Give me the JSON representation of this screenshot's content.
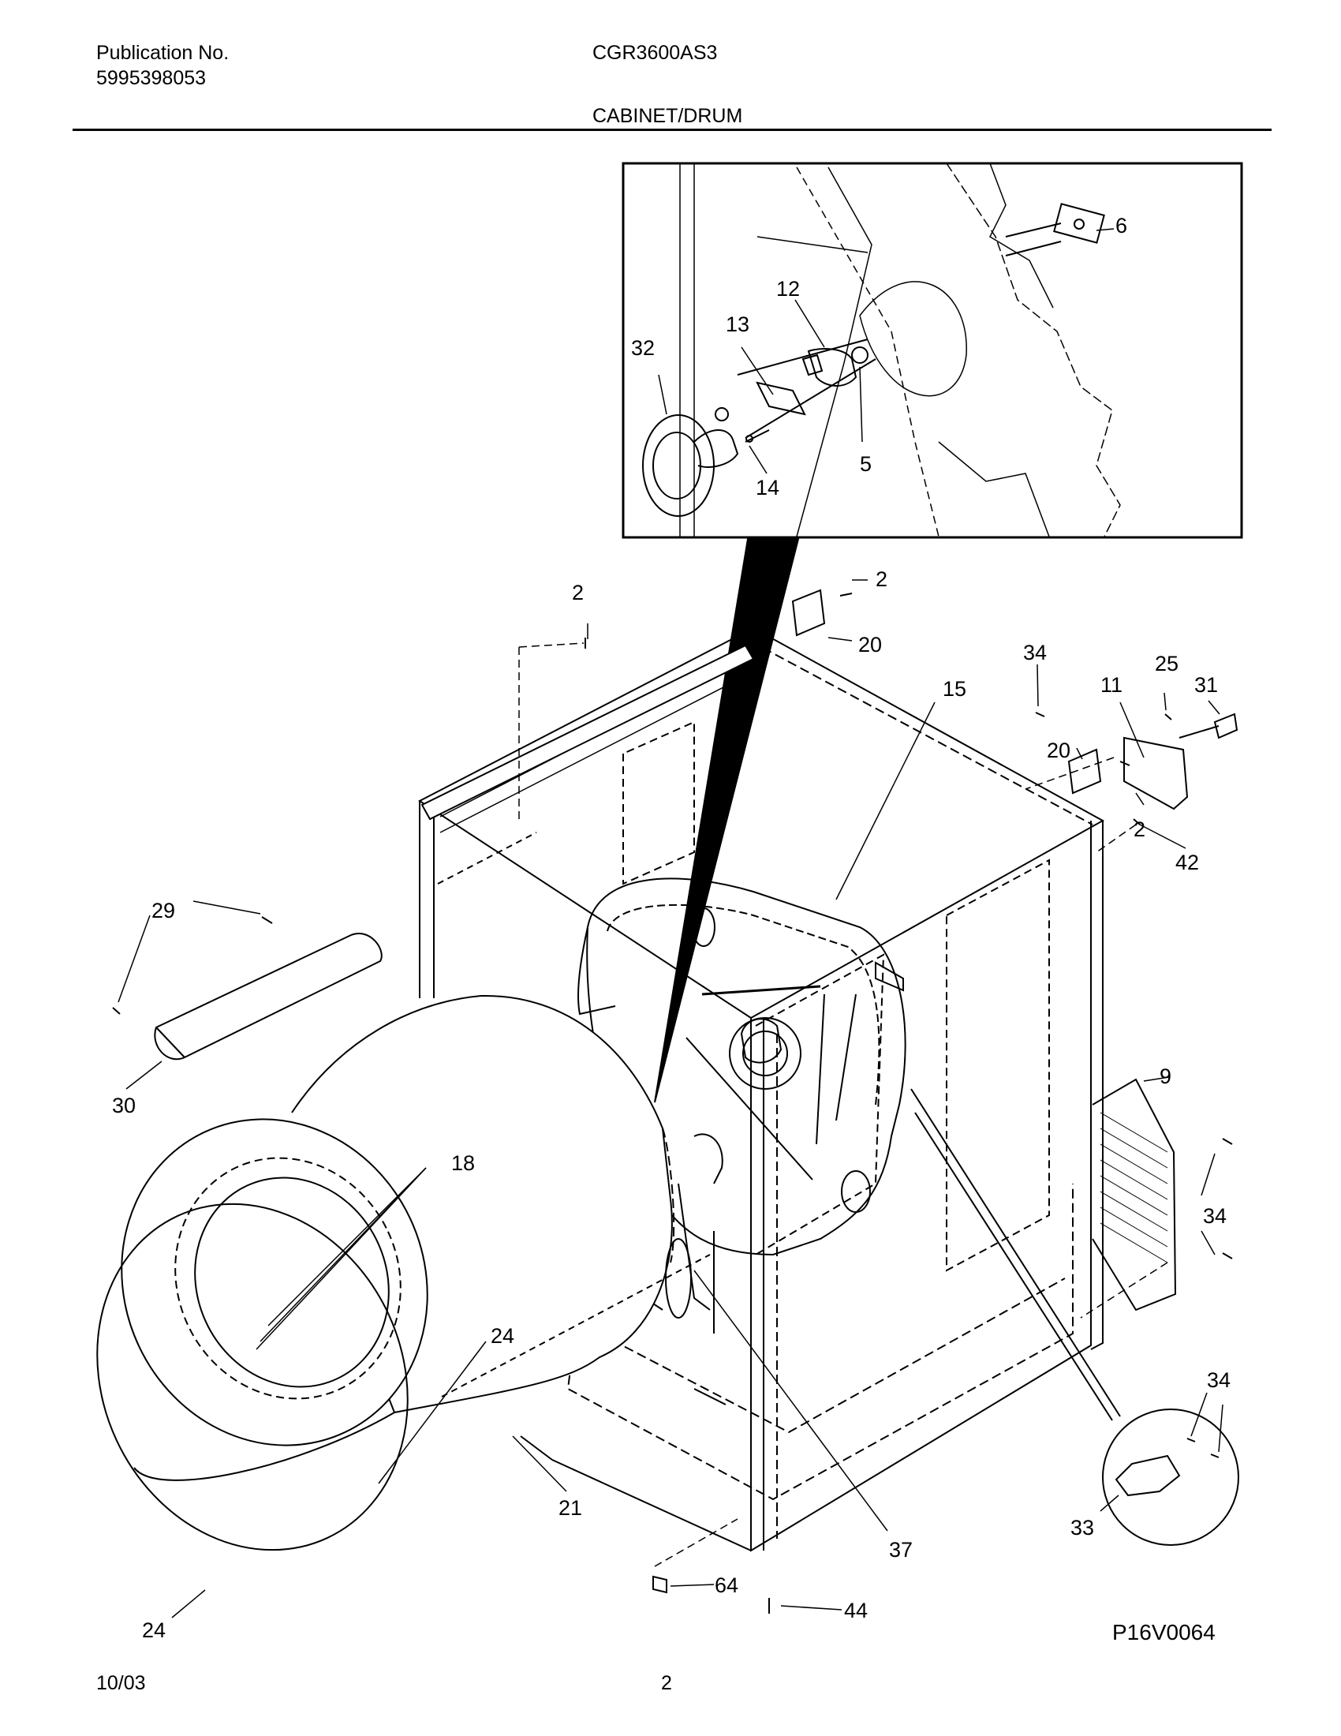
{
  "header": {
    "publication_label": "Publication No.",
    "publication_number": "5995398053",
    "model": "CGR3600AS3",
    "section_title": "CABINET/DRUM"
  },
  "diagram": {
    "callouts": {
      "c6": "6",
      "c12": "12",
      "c13": "13",
      "c32": "32",
      "c14": "14",
      "c5": "5",
      "c2a": "2",
      "c2b": "2",
      "c20a": "20",
      "c34a": "34",
      "c15": "15",
      "c25": "25",
      "c11": "11",
      "c31": "31",
      "c20b": "20",
      "c2c": "2",
      "c42": "42",
      "c29": "29",
      "c30": "30",
      "c9": "9",
      "c18": "18",
      "c34b": "34",
      "c24a": "24",
      "c34c": "34",
      "c21": "21",
      "c33": "33",
      "c37": "37",
      "c24b": "24",
      "c64": "64",
      "c44": "44"
    },
    "figure_code": "P16V0064"
  },
  "footer": {
    "date": "10/03",
    "page": "2"
  }
}
